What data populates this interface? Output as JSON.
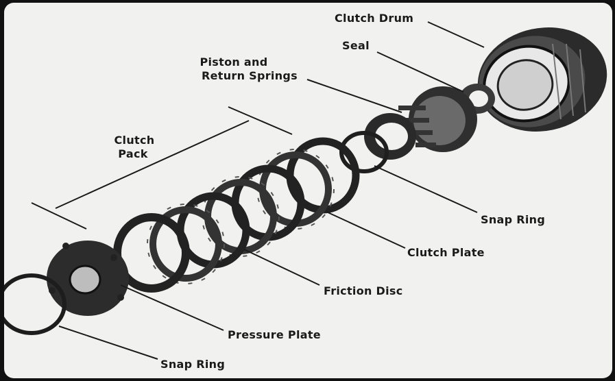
{
  "diagram": {
    "labels": {
      "clutch_drum": "Clutch Drum",
      "seal": "Seal",
      "piston_line1": "Piston and",
      "piston_line2": "Return Springs",
      "clutch_pack_line1": "Clutch",
      "clutch_pack_line2": "Pack",
      "snap_ring_upper": "Snap Ring",
      "clutch_plate": "Clutch Plate",
      "friction_disc": "Friction Disc",
      "pressure_plate": "Pressure Plate",
      "snap_ring_lower": "Snap Ring"
    }
  }
}
